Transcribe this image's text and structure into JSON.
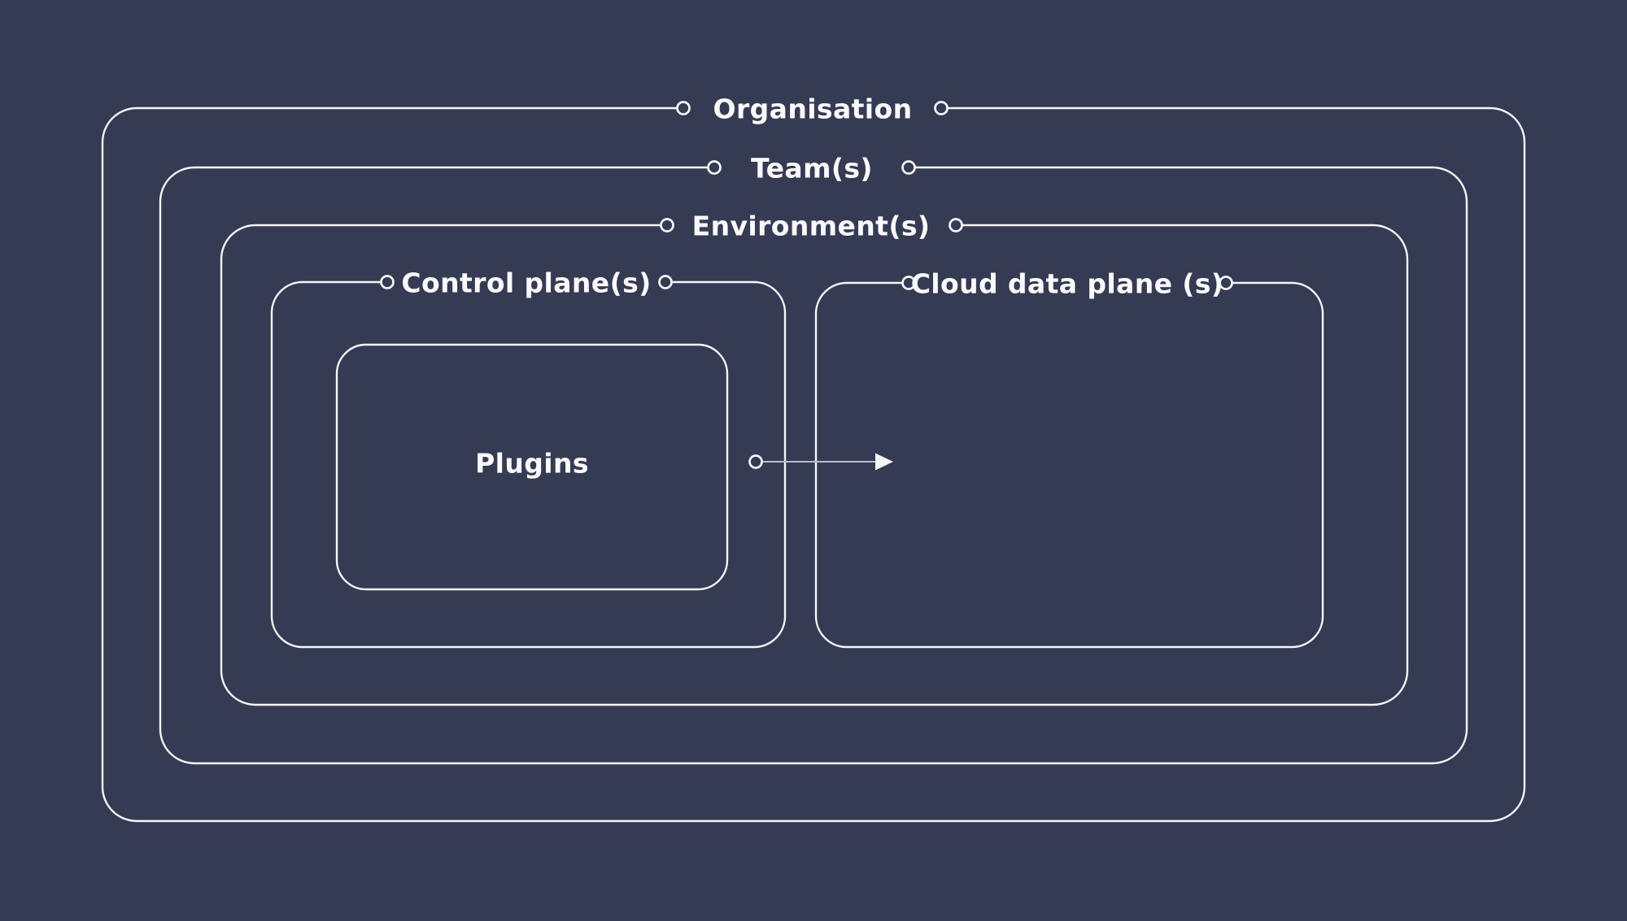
{
  "diagram": {
    "title": "Nested platform scopes diagram",
    "background_color": "#363b54",
    "border_color": "#f5f5f8",
    "text_color": "#fafafc",
    "arrow_line_color": "#b9bcc9",
    "labels": {
      "organisation": "Organisation",
      "teams": "Team(s)",
      "environments": "Environment(s)",
      "control_plane": "Control plane(s)",
      "cloud_data_plane": "Cloud data plane (s)",
      "plugins": "Plugins"
    },
    "structure": {
      "nesting": [
        "Organisation",
        "Team(s)",
        "Environment(s)"
      ],
      "environment_children": [
        "Control plane(s)",
        "Cloud data plane (s)"
      ],
      "control_plane_children": [
        "Plugins"
      ],
      "arrow": {
        "from": "Control plane(s) / Plugins",
        "to": "Cloud data plane (s)",
        "direction": "right"
      }
    }
  }
}
